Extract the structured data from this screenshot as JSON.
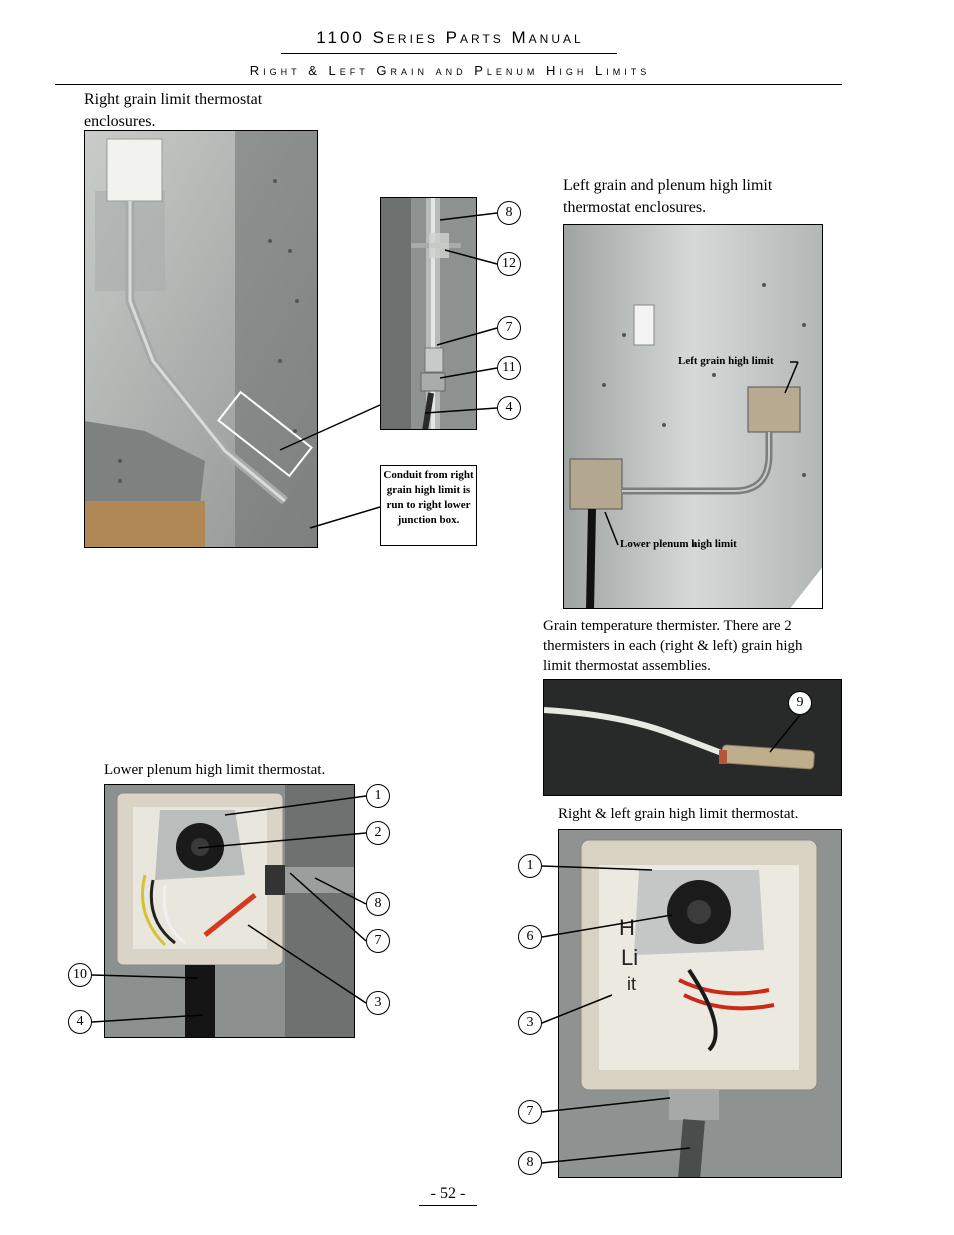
{
  "header": {
    "title": "1100 Series Parts Manual",
    "subtitle": "Right & Left Grain and Plenum High Limits"
  },
  "captions": {
    "right_grain_enclosures": "Right grain limit thermostat enclosures.",
    "left_grain_plenum": "Left grain and plenum high limit thermostat enclosures.",
    "thermister": "Grain temperature thermister. There are 2 thermisters in each (right & left) grain high limit thermostat assemblies.",
    "lower_plenum": "Lower plenum high limit thermostat.",
    "right_left_grain": "Right & left grain high limit thermostat."
  },
  "note_box": "Conduit from right grain high limit is run to right lower junction box.",
  "photo_labels": {
    "left_grain_high_limit": "Left grain high limit",
    "lower_plenum_high_limit": "Lower plenum high limit"
  },
  "callouts": {
    "conduit_closeup": [
      "8",
      "12",
      "7",
      "11",
      "4"
    ],
    "thermister": [
      "9"
    ],
    "lower_plenum_right": [
      "1",
      "2",
      "8",
      "7",
      "3"
    ],
    "lower_plenum_left": [
      "10",
      "4"
    ],
    "right_left_grain": [
      "1",
      "6",
      "3",
      "7",
      "8"
    ]
  },
  "page_number": "- 52 -"
}
